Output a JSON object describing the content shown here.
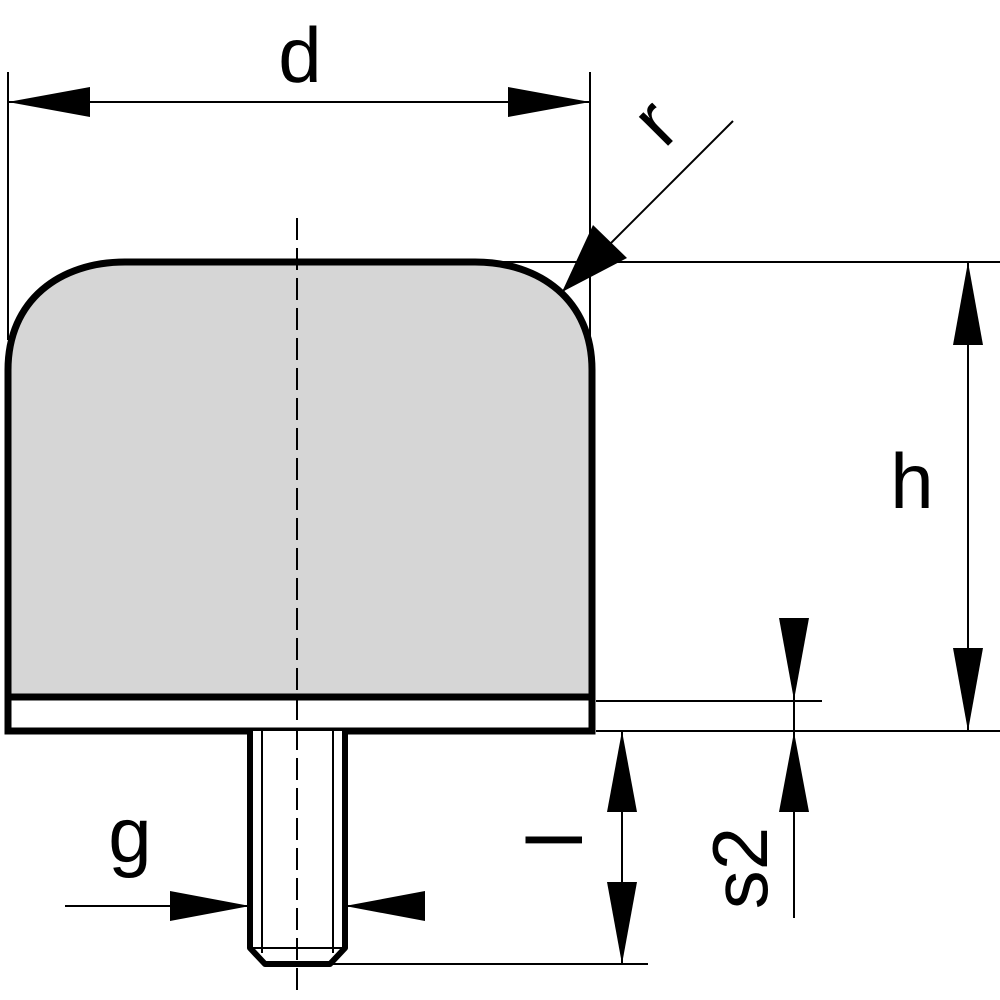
{
  "labels": {
    "diameter": "d",
    "radius": "r",
    "height": "h",
    "thread": "g",
    "length": "l",
    "plate_thickness": "s2"
  },
  "colors": {
    "body_fill": "#d6d6d6",
    "stroke": "#000000",
    "background": "#ffffff"
  }
}
